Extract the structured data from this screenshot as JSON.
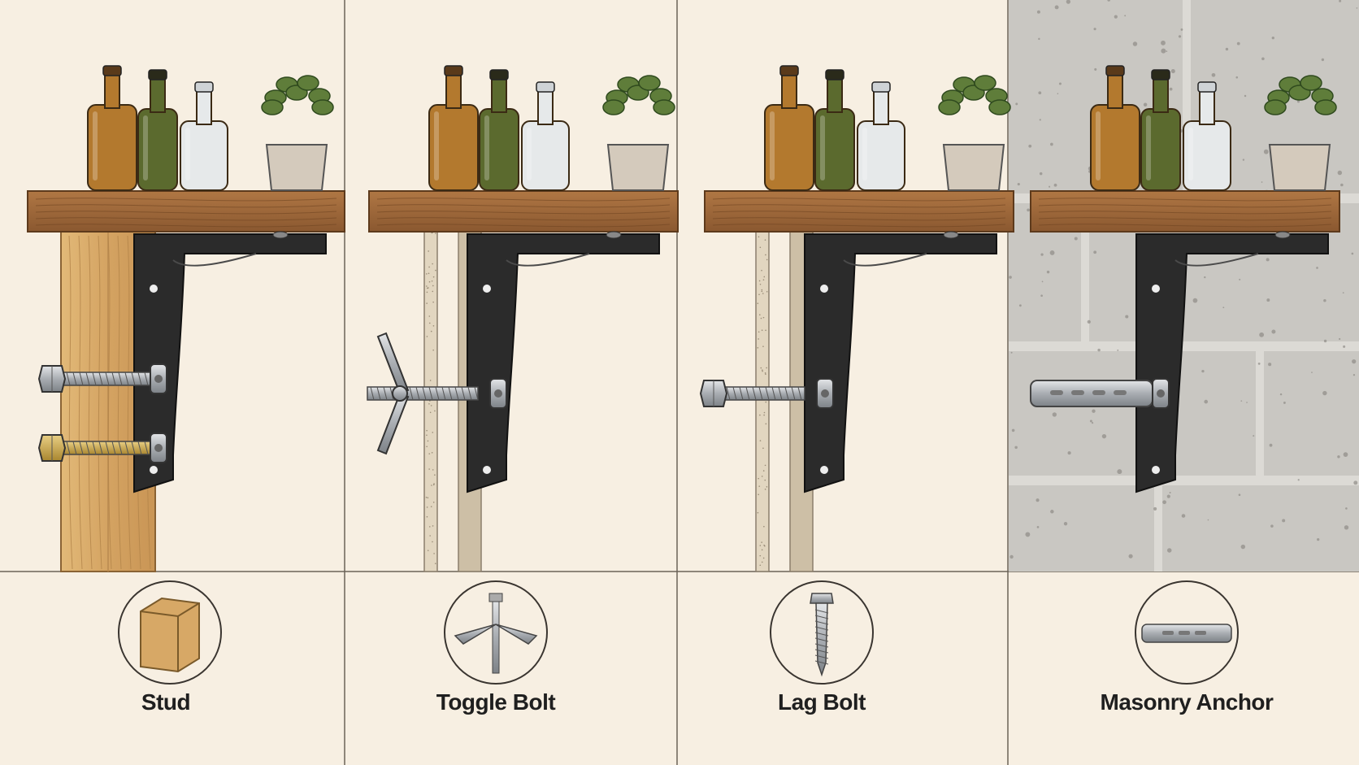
{
  "colors": {
    "background": "#f7efe2",
    "wood_shelf": "#9a6436",
    "wood_stud": "#d9ad6d",
    "bracket": "#2b2b2b",
    "drywall": "#cdbfa6",
    "concrete": "#c9c7c2",
    "steel": "#b9bcc0",
    "brass": "#c8a44d",
    "panel_divider": "#6b6358"
  },
  "panels": [
    {
      "id": "stud",
      "label": "Stud",
      "icon": "wood-block-icon",
      "fastener": "hex-bolt"
    },
    {
      "id": "toggle",
      "label": "Toggle Bolt",
      "icon": "toggle-bolt-icon",
      "fastener": "toggle-bolt"
    },
    {
      "id": "lag",
      "label": "Lag Bolt",
      "icon": "lag-bolt-icon",
      "fastener": "lag-bolt"
    },
    {
      "id": "masonry",
      "label": "Masonry Anchor",
      "icon": "masonry-anchor-icon",
      "fastener": "sleeve-anchor"
    }
  ]
}
